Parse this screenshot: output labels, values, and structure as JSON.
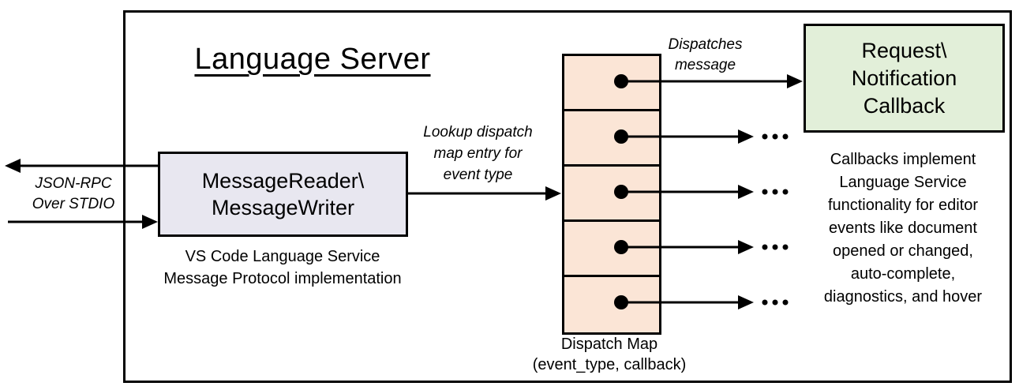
{
  "title": "Language Server",
  "labels": {
    "stdio": "JSON-RPC\nOver STDIO",
    "lookup": "Lookup dispatch\nmap entry for\nevent type",
    "dispatches": "Dispatches\nmessage"
  },
  "boxes": {
    "message_rw": {
      "label": "MessageReader\\\nMessageWriter",
      "caption": "VS Code Language Service\nMessage Protocol implementation",
      "fill": "#E8E7F0"
    },
    "dispatch_map": {
      "caption": "Dispatch Map\n(event_type, callback)",
      "fill": "#FBE5D6",
      "rows": 5
    },
    "callback": {
      "label": "Request\\\nNotification\nCallback",
      "caption": "Callbacks implement\nLanguage Service\nfunctionality for editor\nevents like document\nopened or changed,\nauto-complete,\ndiagnostics, and hover",
      "fill": "#E2EFD9"
    }
  },
  "icons": {
    "ellipsis": "...",
    "arrow": "black-filled-arrowhead",
    "entry_dot": "black-dot"
  },
  "colors": {
    "stroke": "#000000",
    "background": "#FFFFFF"
  }
}
